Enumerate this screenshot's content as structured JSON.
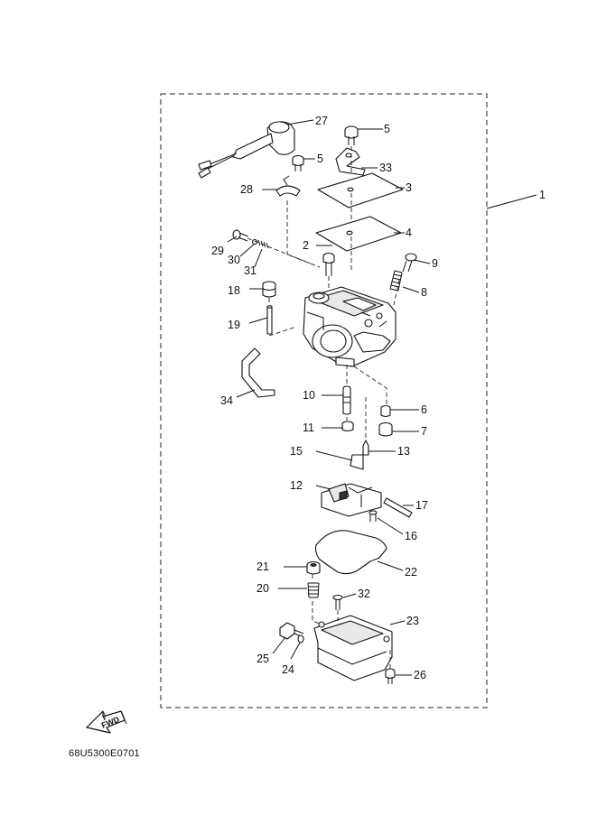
{
  "diagram": {
    "callouts": {
      "c1": "1",
      "c2": "2",
      "c3": "3",
      "c4": "4",
      "c5a": "5",
      "c5b": "5",
      "c6": "6",
      "c7": "7",
      "c8": "8",
      "c9": "9",
      "c10": "10",
      "c11": "11",
      "c12": "12",
      "c13": "13",
      "c15": "15",
      "c16": "16",
      "c17": "17",
      "c18": "18",
      "c19": "19",
      "c20": "20",
      "c21": "21",
      "c22": "22",
      "c23": "23",
      "c24": "24",
      "c25": "25",
      "c26": "26",
      "c27": "27",
      "c28": "28",
      "c29": "29",
      "c30": "30",
      "c31": "31",
      "c32": "32",
      "c33": "33",
      "c34": "34"
    },
    "fwd_label": "FWD",
    "drawing_code": "68U5300E0701"
  }
}
